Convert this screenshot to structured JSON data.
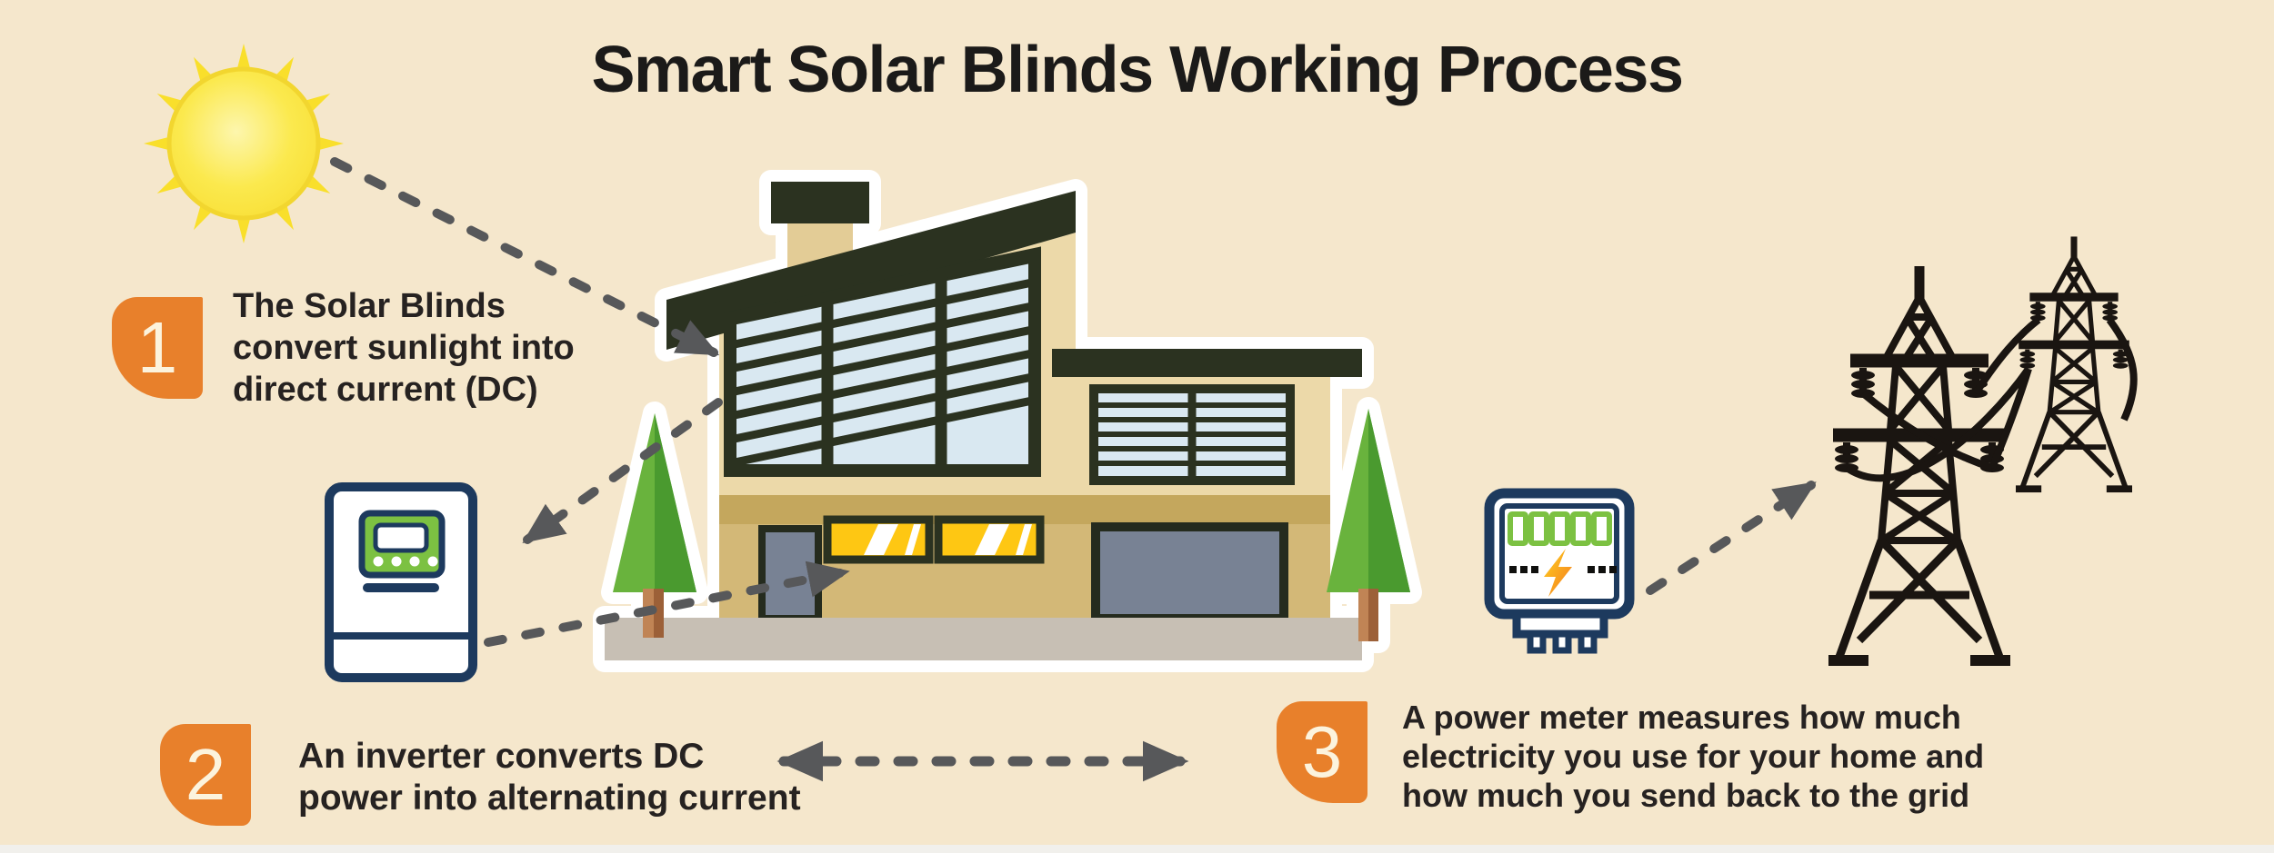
{
  "title": "Smart Solar Blinds Working Process",
  "steps": [
    {
      "number": "1",
      "lines": [
        "The Solar Blinds",
        "convert sunlight into",
        "direct current (DC)"
      ]
    },
    {
      "number": "2",
      "lines": [
        "An inverter converts DC",
        "power into alternating current"
      ]
    },
    {
      "number": "3",
      "lines": [
        "A power meter measures how much",
        "electricity you use for your home and",
        "how much you send back to the grid"
      ]
    }
  ],
  "icons": {
    "sun": "sun-icon",
    "house": "house-with-solar-blinds-icon",
    "trees": "tree-icon",
    "inverter": "inverter-icon",
    "power_meter": "power-meter-icon",
    "grid": "transmission-towers-icon",
    "arrows": [
      "arrow-sun-to-blinds",
      "arrow-blinds-to-inverter",
      "arrow-inverter-to-house",
      "arrow-house-bidirectional",
      "arrow-meter-to-grid"
    ]
  },
  "colors": {
    "background": "#f5e7cc",
    "accent_orange": "#e8802b",
    "badge_number": "#fcf3dd",
    "text_dark": "#262221",
    "arrow_gray": "#57585a",
    "roof_dark_green": "#2b3220",
    "wall_light_tan": "#ecd9a9",
    "wall_dark_tan": "#d3b877",
    "glass_blue": "#d9e8f1",
    "window_yellow": "#fec713",
    "device_navy": "#1d3a5e",
    "device_green": "#7cc142",
    "tower_black": "#1a1511",
    "sun_yellow": "#f9df2b",
    "tree_green": "#69b33d"
  }
}
